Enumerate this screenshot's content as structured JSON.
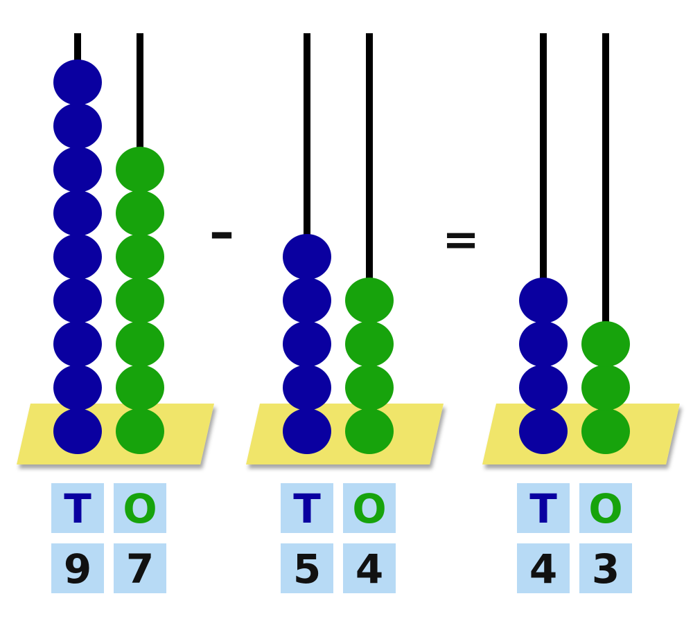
{
  "colors": {
    "tens_bead": "#0a00a0",
    "ones_bead": "#17a30c",
    "rod": "#000000",
    "base": "#f0e56a",
    "label_bg": "#b7daf5",
    "tens_label": "#0a00a0",
    "ones_label": "#17a30c",
    "digit": "#111111",
    "operator": "#111111"
  },
  "abacuses": [
    {
      "tens_label": "T",
      "ones_label": "O",
      "tens": 9,
      "ones": 7,
      "tens_digit": "9",
      "ones_digit": "7"
    },
    {
      "tens_label": "T",
      "ones_label": "O",
      "tens": 5,
      "ones": 4,
      "tens_digit": "5",
      "ones_digit": "4"
    },
    {
      "tens_label": "T",
      "ones_label": "O",
      "tens": 4,
      "ones": 3,
      "tens_digit": "4",
      "ones_digit": "3"
    }
  ],
  "operators": {
    "minus": "–",
    "equals": "="
  }
}
